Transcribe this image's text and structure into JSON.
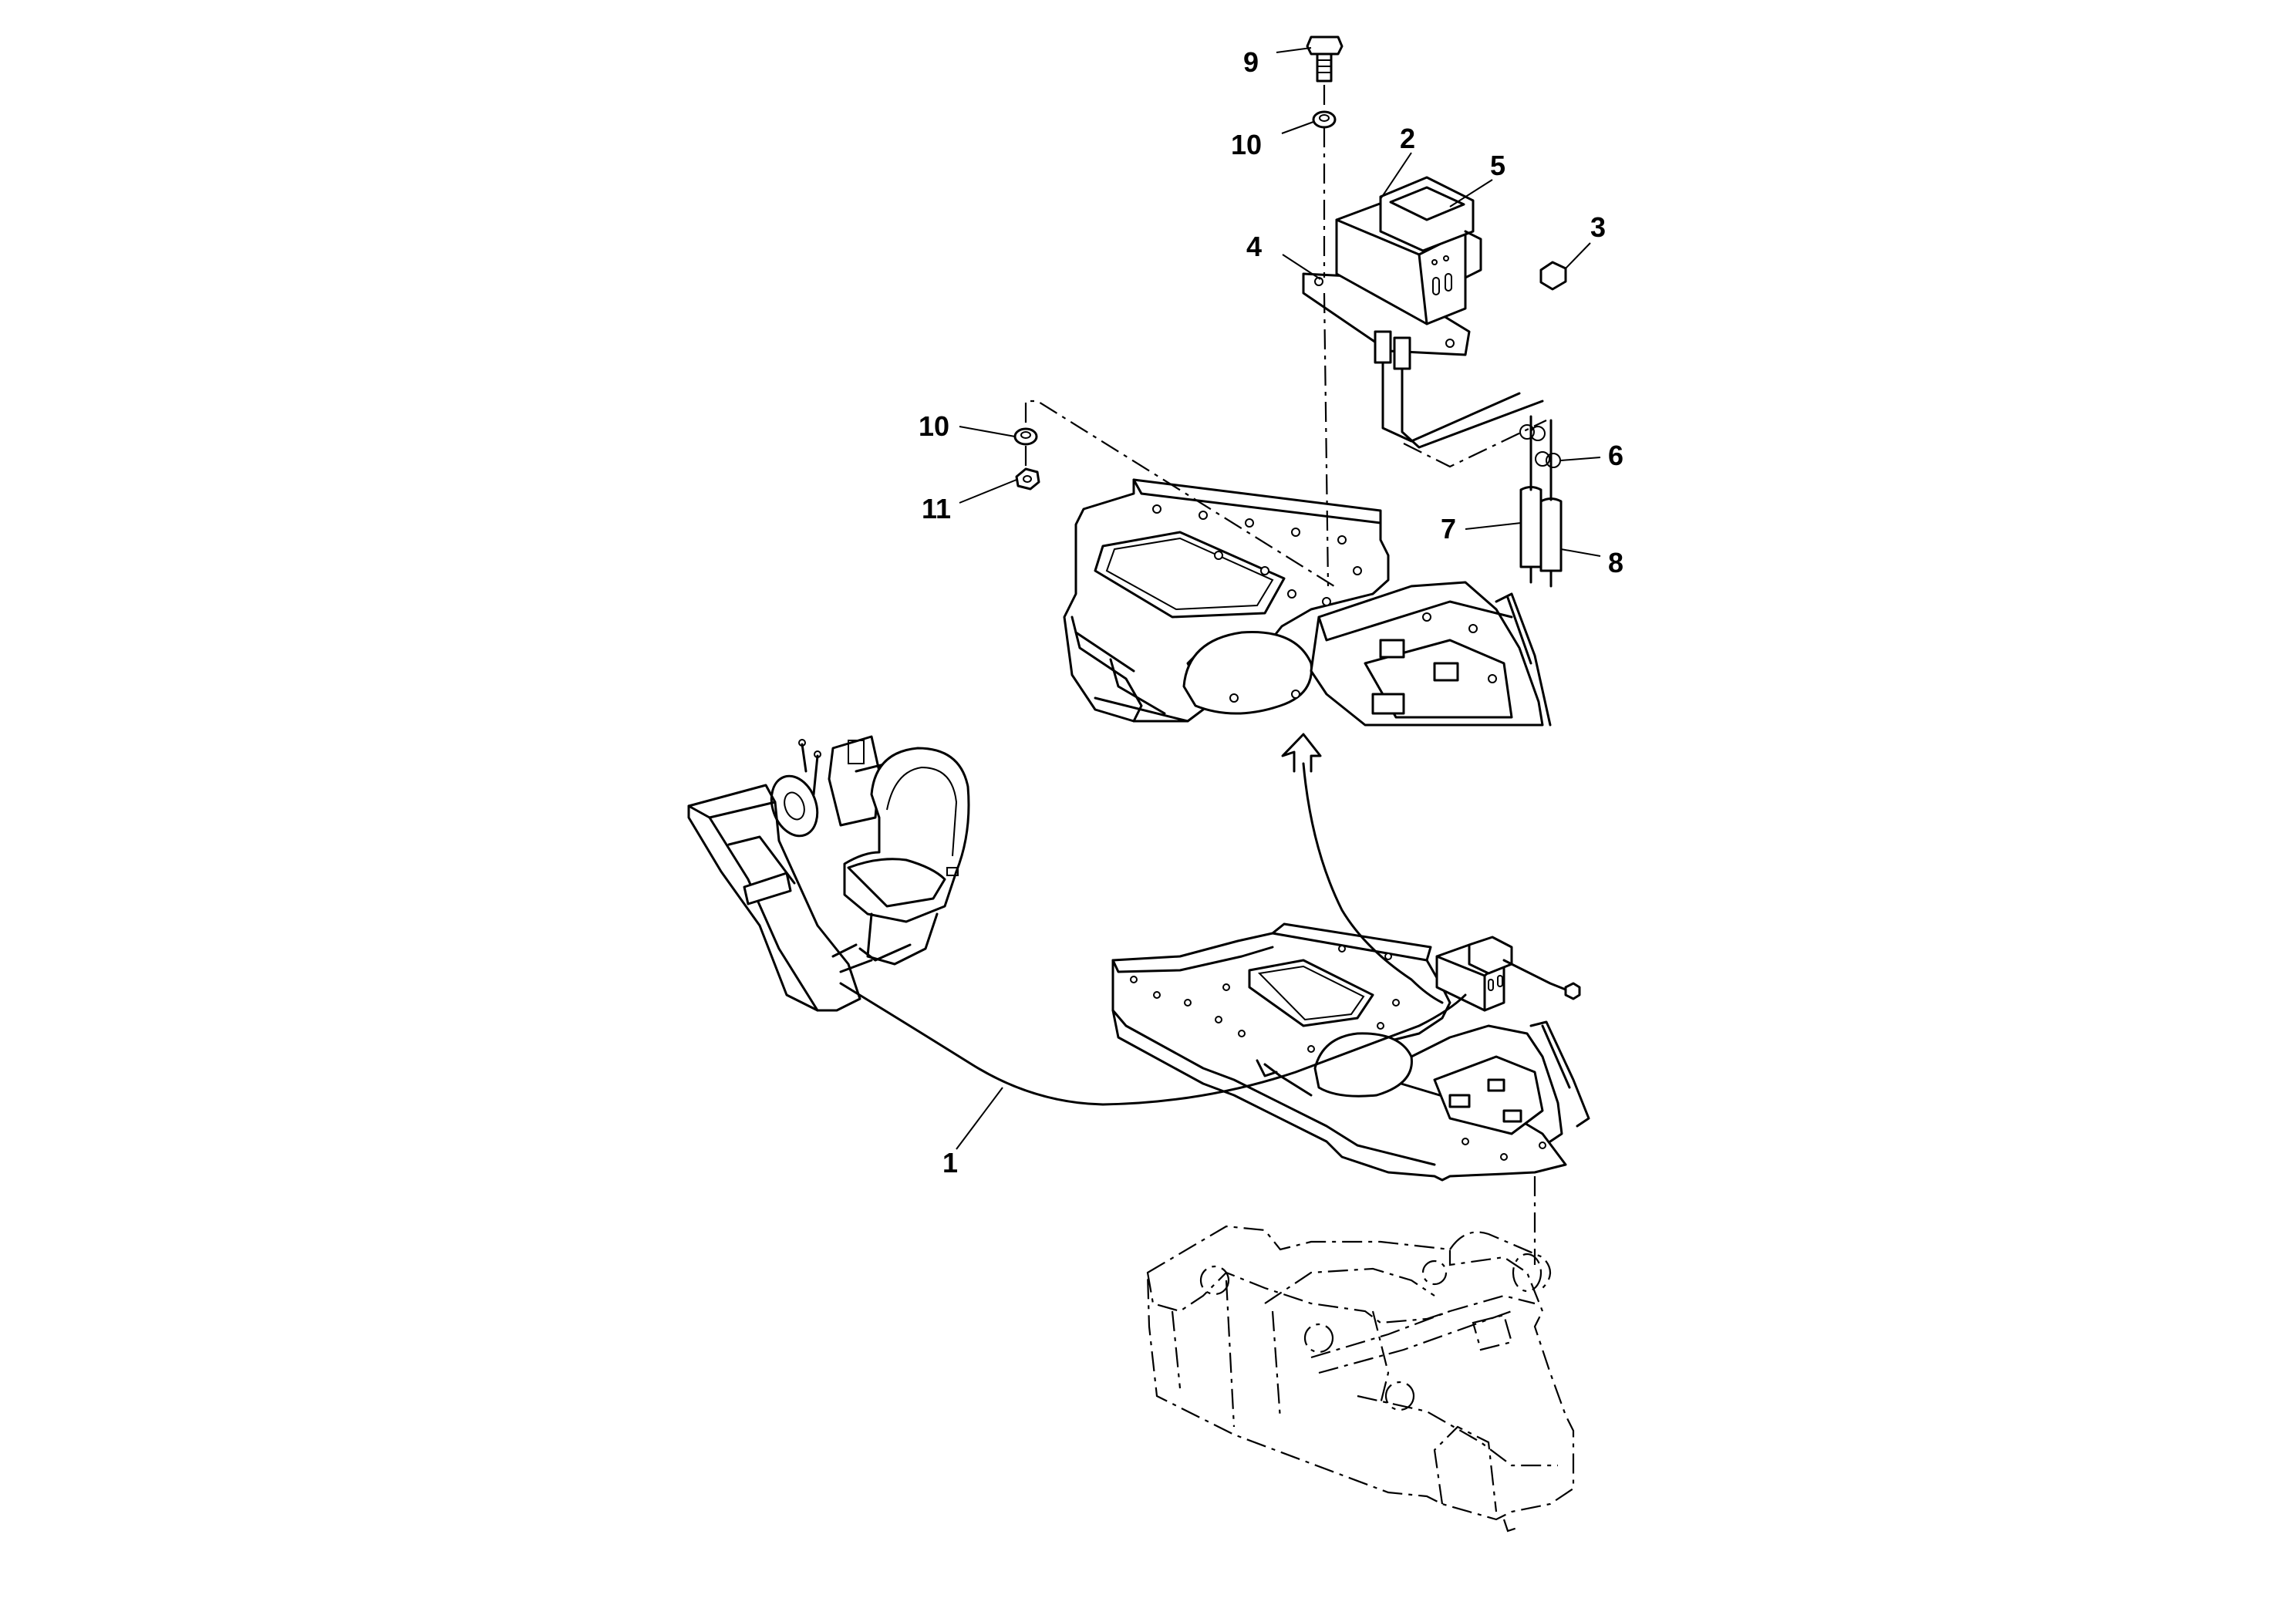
{
  "callouts": {
    "c1": "1",
    "c2": "2",
    "c3": "3",
    "c4": "4",
    "c5": "5",
    "c6": "6",
    "c7": "7",
    "c8": "8",
    "c9": "9",
    "c10a": "10",
    "c10b": "10",
    "c11": "11"
  }
}
